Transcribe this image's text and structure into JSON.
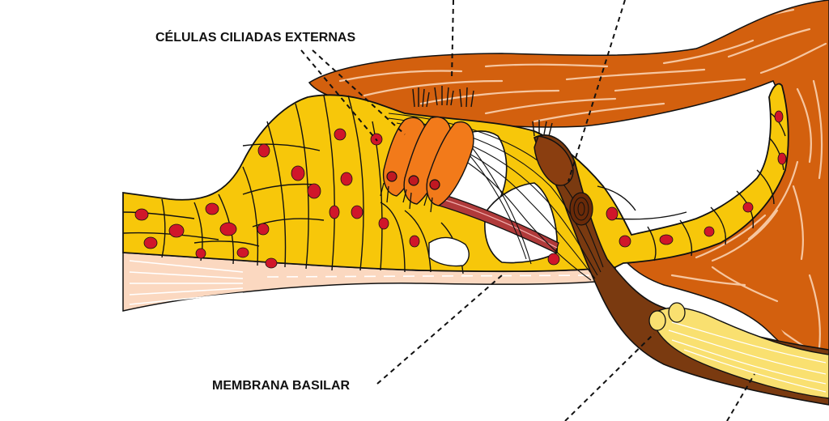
{
  "labels": {
    "outer_hair_cells": "CÉLULAS CILIADAS EXTERNAS",
    "basilar_membrane": "MEMBRANA BASILAR"
  },
  "colors": {
    "support_cells": "#f7c70a",
    "nuclei": "#d0162a",
    "outer_hair_cells": "#f27a1a",
    "tectorial_membrane": "#d3600e",
    "tectorial_stripe": "#f6c6a0",
    "nerve_fibers": "#7a3a10",
    "basilar_membrane": "#fbd8c0",
    "spiral_ganglion": "#f9e070",
    "outline": "#111111"
  },
  "icons": [
    "dashed-leader-line",
    "stereocilia-tuft"
  ]
}
